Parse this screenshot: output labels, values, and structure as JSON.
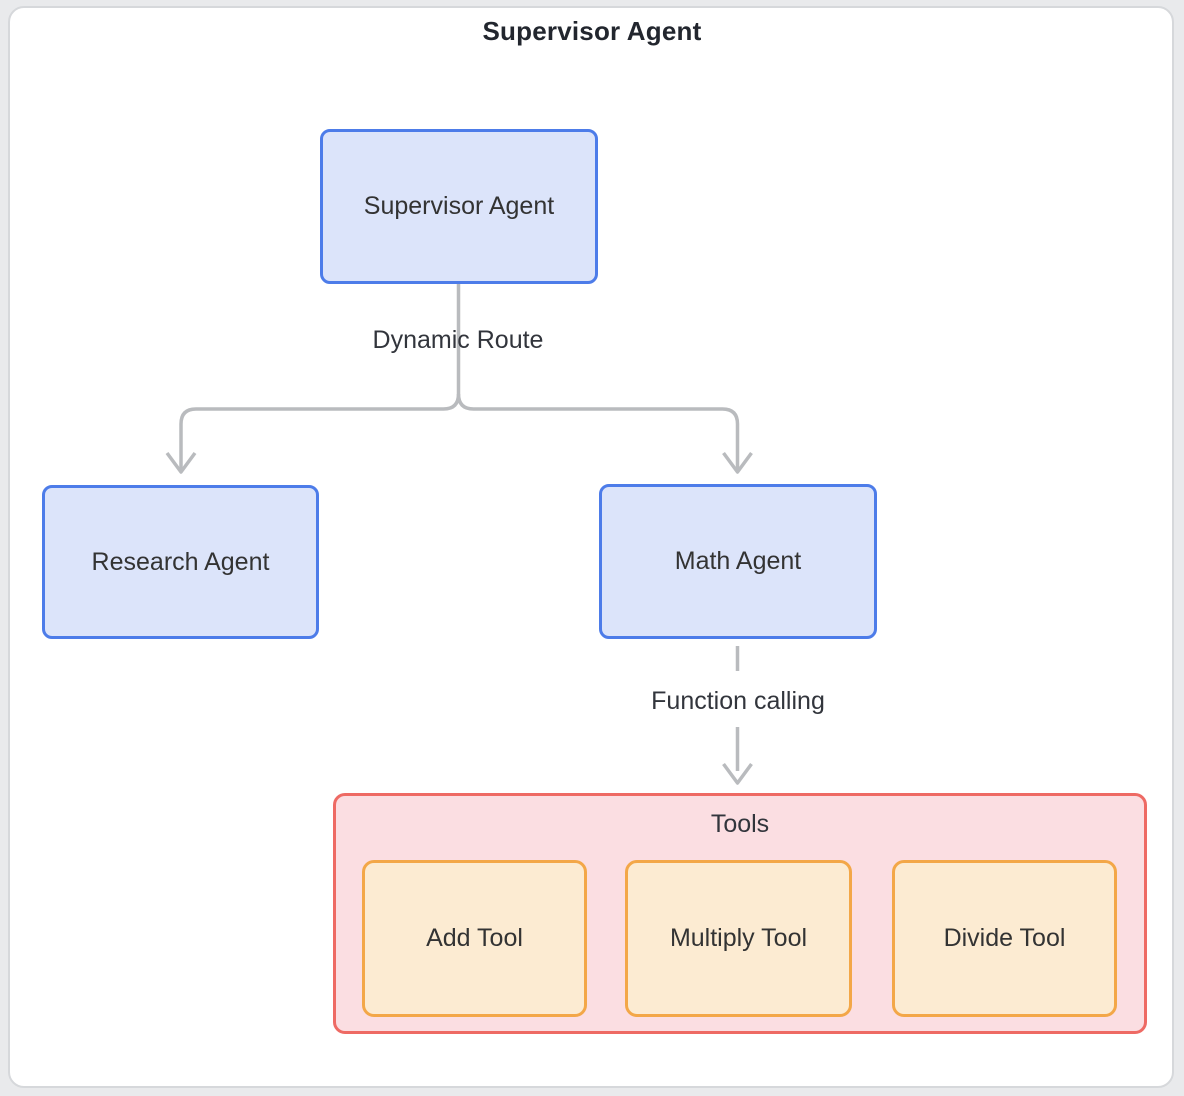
{
  "diagram": {
    "title": "Supervisor Agent",
    "nodes": {
      "supervisor": {
        "label": "Supervisor Agent"
      },
      "research": {
        "label": "Research Agent"
      },
      "math": {
        "label": "Math Agent"
      }
    },
    "edges": {
      "dynamic_route": {
        "label": "Dynamic Route"
      },
      "function_calling": {
        "label": "Function calling"
      }
    },
    "tools_group": {
      "label": "Tools",
      "tools": [
        {
          "label": "Add Tool"
        },
        {
          "label": "Multiply Tool"
        },
        {
          "label": "Divide Tool"
        }
      ]
    },
    "colors": {
      "agent_fill": "#dce4fa",
      "agent_border": "#4d7ce9",
      "tools_fill": "#fbdee2",
      "tools_border": "#ee6a64",
      "tool_fill": "#fcebd2",
      "tool_border": "#f3a748",
      "edge": "#b9bbbe",
      "text": "#333333"
    }
  }
}
